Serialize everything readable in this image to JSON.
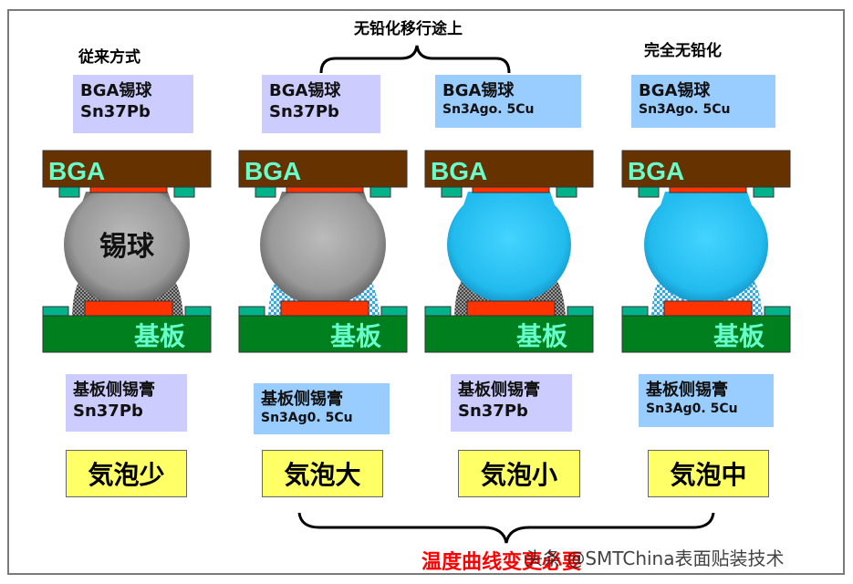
{
  "headers": {
    "conventional": "従来方式",
    "transition": "无铅化移行途上",
    "full": "完全无铅化"
  },
  "columns": [
    {
      "ball_title": "BGA锡球",
      "ball_alloy": "Sn37Pb",
      "paste_title": "基板侧锡膏",
      "paste_alloy": "Sn37Pb",
      "result": "気泡少",
      "ball_color": "#a8a8a8",
      "paste_color": "#777777"
    },
    {
      "ball_title": "BGA锡球",
      "ball_alloy": "Sn37Pb",
      "paste_title": "基板侧锡膏",
      "paste_alloy": "Sn3Ag0. 5Cu",
      "result": "気泡大",
      "ball_color": "#a8a8a8",
      "paste_color": "#33bbee"
    },
    {
      "ball_title": "BGA锡球",
      "ball_alloy": "Sn3Ago. 5Cu",
      "paste_title": "基板侧锡膏",
      "paste_alloy": "Sn37Pb",
      "result": "気泡小",
      "ball_color": "#33ccff",
      "paste_color": "#777777"
    },
    {
      "ball_title": "BGA锡球",
      "ball_alloy": "Sn3Ago. 5Cu",
      "paste_title": "基板侧锡膏",
      "paste_alloy": "Sn3Ag0. 5Cu",
      "result": "気泡中",
      "ball_color": "#33ccff",
      "paste_color": "#33bbee"
    }
  ],
  "labels": {
    "bga": "BGA",
    "substrate": "基板",
    "ball": "锡球"
  },
  "footer": {
    "note": "温度曲线变更必要",
    "watermark": "头条 @SMTChina表面贴装技术"
  },
  "colors": {
    "bga": "#663300",
    "substrate": "#007f1f",
    "pad": "#ff3300",
    "mask": "#00b38a",
    "label_text": "#66ffcc",
    "note": "#ff0000"
  }
}
